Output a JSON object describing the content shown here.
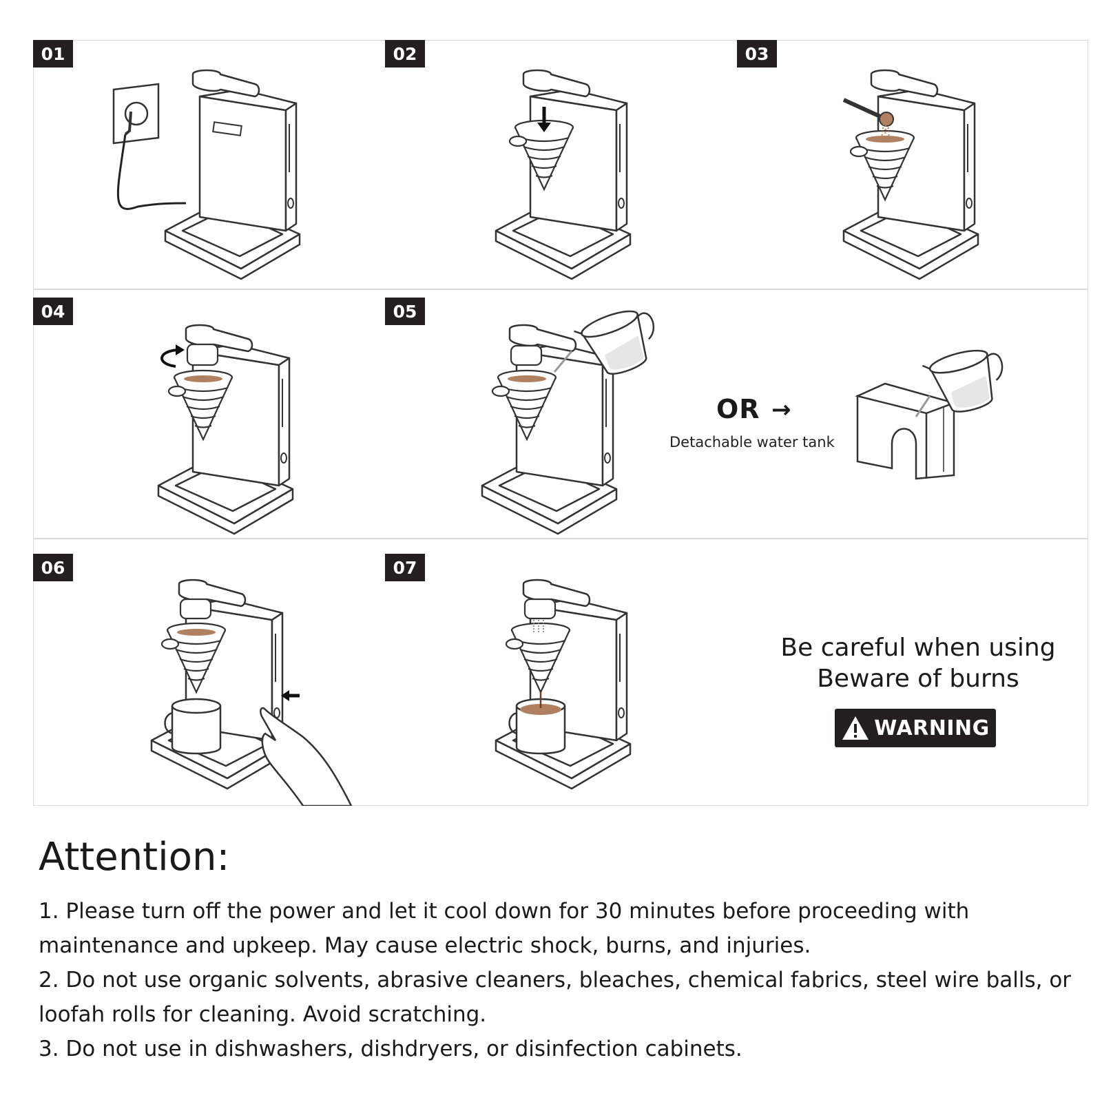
{
  "steps": [
    {
      "number": "01"
    },
    {
      "number": "02"
    },
    {
      "number": "03"
    },
    {
      "number": "04"
    },
    {
      "number": "05"
    },
    {
      "number": "06"
    },
    {
      "number": "07"
    }
  ],
  "alternative": {
    "or_label": "OR",
    "arrow": "→",
    "caption": "Detachable water tank"
  },
  "caution": {
    "line1": "Be careful when using",
    "line2": "Beware of burns",
    "badge": "WARNING"
  },
  "attention": {
    "title": "Attention:",
    "items": [
      "1. Please turn off the power and let it cool down for 30 minutes before proceeding with maintenance and upkeep. May cause electric shock, burns, and injuries.",
      "2. Do not use organic solvents, abrasive cleaners, bleaches, chemical fabrics, steel wire balls, or loofah rolls for cleaning. Avoid scratching.",
      "3. Do not use in dishwashers, dishdryers, or disinfection cabinets."
    ]
  },
  "colors": {
    "badge_bg": "#231f1c",
    "coffee": "#b08060",
    "grid_border": "#d9d9d9"
  }
}
